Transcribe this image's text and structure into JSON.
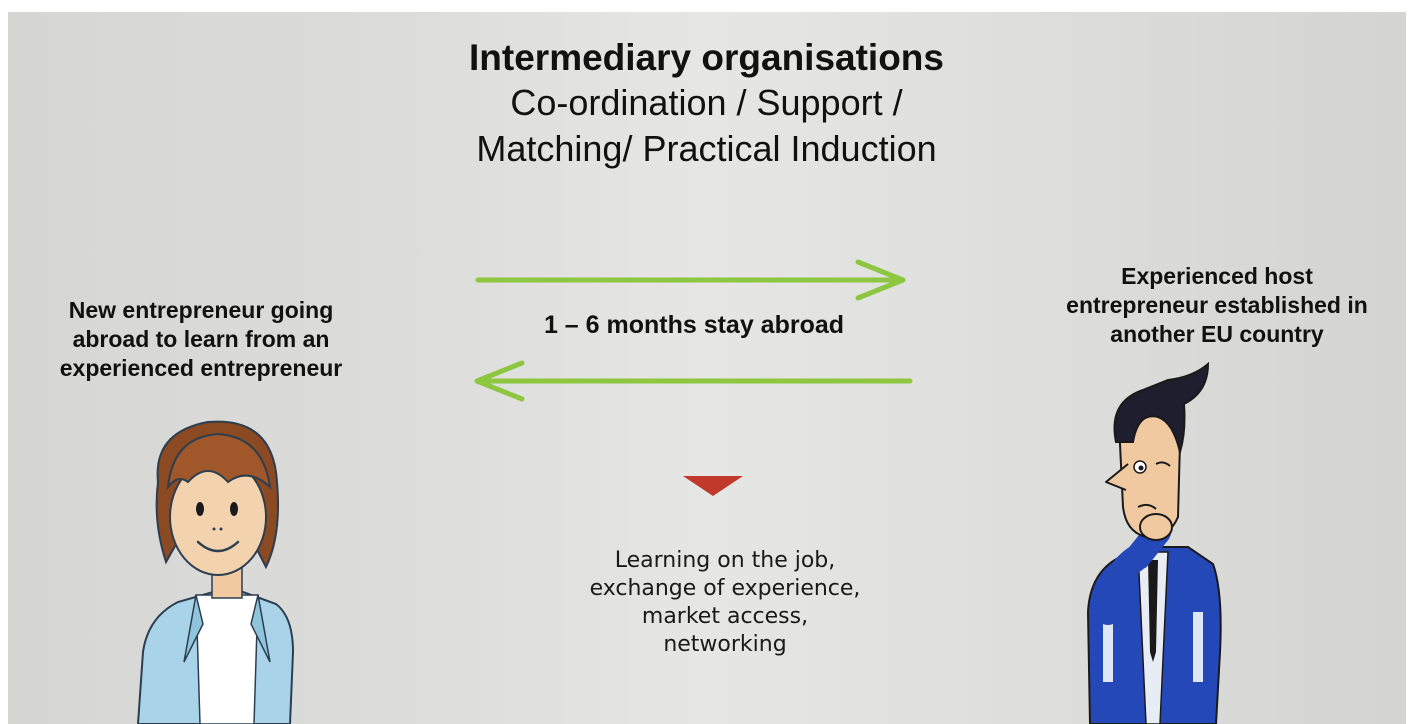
{
  "header": {
    "title": "Intermediary organisations",
    "subtitle_line1": "Co-ordination / Support /",
    "subtitle_line2": "Matching/ Practical Induction"
  },
  "left_party": {
    "lines": [
      "New entrepreneur going",
      "abroad to learn from an",
      "experienced entrepreneur"
    ]
  },
  "right_party": {
    "lines": [
      "Experienced host",
      "entrepreneur established in",
      "another EU country"
    ]
  },
  "exchange": {
    "label": "1 – 6 months stay abroad"
  },
  "outcome": {
    "lines": [
      "Learning on the job,",
      "exchange of experience,",
      "market access,",
      "networking"
    ]
  },
  "colors": {
    "arrow": "#8dc63f",
    "marker": "#c0392b",
    "left_figure_jacket": "#a8d3e8",
    "right_figure_jacket": "#2548b8"
  },
  "icons": {
    "left_figure": "young-entrepreneur-illustration",
    "right_figure": "thinking-businessman-illustration",
    "marker": "down-triangle-icon"
  }
}
